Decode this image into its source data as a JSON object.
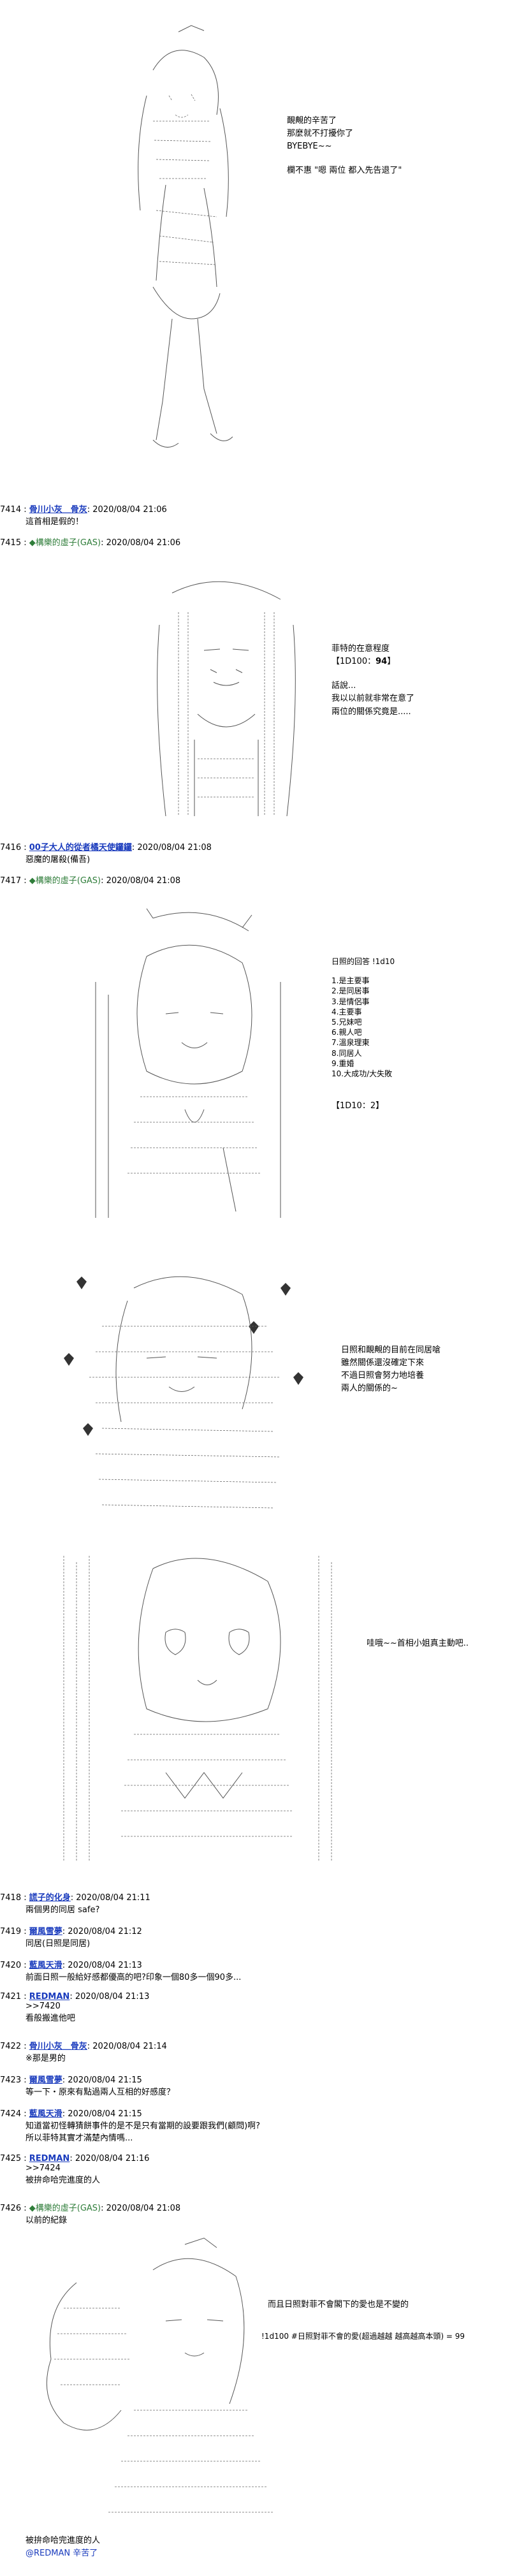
{
  "scene1": {
    "lines": [
      "靦覥的辛苦了",
      "那麼就不打擾你了",
      "BYEBYE~~",
      "",
      "欄不惠 \"嗯 兩位 都入先告退了\""
    ]
  },
  "posts": [
    {
      "num": "7414 :",
      "name": "骨川小灰＿骨灰",
      "name_style": "link",
      "date": "2020/08/04 21:06",
      "body": "這首相是假的！"
    },
    {
      "num": "7415 :",
      "name": "◆構樂的虛子(GAS)",
      "name_style": "green",
      "date": "2020/08/04 21:06",
      "body": ""
    },
    {
      "num": "7416 :",
      "name": "00子大人的從者橘天使鑼鑼",
      "name_style": "link",
      "date": "2020/08/04 21:08",
      "body": "惡魔的屠殺(備吾)"
    },
    {
      "num": "7417 :",
      "name": "◆構樂的虛子(GAS)",
      "name_style": "green",
      "date": "2020/08/04 21:08",
      "body": ""
    },
    {
      "num": "7418 :",
      "name": "謊子的化身",
      "name_style": "link",
      "date": "2020/08/04 21:11",
      "body": "兩個男的同居 safe?"
    },
    {
      "num": "7419 :",
      "name": "爾風雪夢",
      "name_style": "link",
      "date": "2020/08/04 21:12",
      "body": "同居(日照是同居)"
    },
    {
      "num": "7420 :",
      "name": "藍風天滑",
      "name_style": "link",
      "date": "2020/08/04 21:13",
      "body": "前面日照一般給好感都優高的吧?印象一個80多一個90多..."
    },
    {
      "num": "7421 :",
      "name": "REDMAN",
      "name_style": "link",
      "date": "2020/08/04 21:13",
      "body": ">>7420\n看般搬進他吧"
    },
    {
      "num": "7422 :",
      "name": "骨川小灰＿骨灰",
      "name_style": "link",
      "date": "2020/08/04 21:14",
      "body": "※那是男的"
    },
    {
      "num": "7423 :",
      "name": "爾風雪夢",
      "name_style": "link",
      "date": "2020/08/04 21:15",
      "body": "等一下・原來有點過兩人互相的好感度？"
    },
    {
      "num": "7424 :",
      "name": "藍風天滑",
      "name_style": "link",
      "date": "2020/08/04 21:15",
      "body": "知道當初怪轉猜餅事件的是不是只有當期的設要跟我們(顧問)啊?\n所以菲特其實才滿楚內情嗎..."
    },
    {
      "num": "7425 :",
      "name": "REDMAN",
      "name_style": "link",
      "date": "2020/08/04 21:16",
      "body": ">>7424\n被拚命哈完進度的人"
    },
    {
      "num": "7426 :",
      "name": "◆構樂的虛子(GAS)",
      "name_style": "green",
      "date": "2020/08/04 21:08",
      "body": "以前的紀錄"
    }
  ],
  "scene2": {
    "lines": [
      "菲特的在意程度",
      "【1D100：",
      "94",
      "】",
      "",
      "話說...",
      "我以以前就非常在意了",
      "兩位的關係究竟是....."
    ]
  },
  "scene3": {
    "lines": [
      "日照的回答 !1d10",
      "",
      "1.是主要事",
      "2.是同居事",
      "3.是情侶事",
      "4.主要事",
      "5.兄妹吧",
      "6.親人吧",
      "7.溫泉理東",
      "8.同居人",
      "9.重婚",
      "10.大成功/大失敗"
    ],
    "roll": "【1D10：2】"
  },
  "scene4": {
    "lines": [
      "日照和靦覥的目前在同居嗆",
      "雖然關係還沒確定下來",
      "不過日照會努力地培養",
      "兩人的關係的~"
    ]
  },
  "scene5": {
    "lines": [
      "哇哦~~首相小姐真主動吧.."
    ]
  },
  "scene6": {
    "lines": [
      "而且日照對菲不會閣下的愛也是不變的",
      "",
      "!1d100 #日照對菲不會的愛(超過越越 越高越高本頭) = 99"
    ]
  },
  "footer": {
    "lines": [
      "被拚命哈完進度的人",
      "@REDMAN 辛苦了"
    ]
  }
}
